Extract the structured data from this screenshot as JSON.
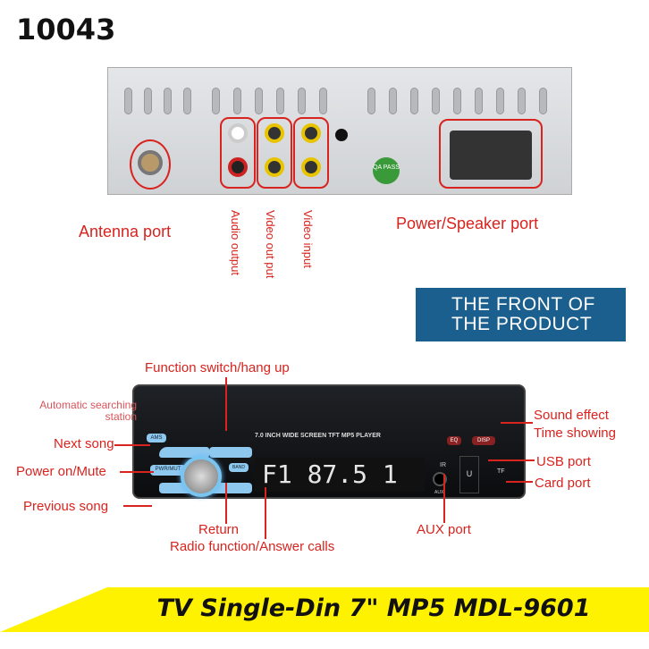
{
  "product_code": "10043",
  "back": {
    "antenna": "Antenna port",
    "audio": "Audio output",
    "video_out": "Video out put",
    "video_in": "Video input",
    "power": "Power/Speaker  port",
    "qa_sticker": "QA PASS"
  },
  "front_heading": [
    "THE FRONT OF",
    "THE PRODUCT"
  ],
  "front": {
    "panel_text": "7.0 INCH WIDE SCREEN TFT  MP5  PLAYER",
    "display": "F1 87.5  1",
    "labels": {
      "function": "Function switch/hang up",
      "auto_search": "Automatic searching station",
      "next": "Next song",
      "power": "Power on/Mute",
      "prev": "Previous song",
      "return": "Return",
      "radio": "Radio function/Answer calls",
      "aux": "AUX port",
      "sound": "Sound effect",
      "time": "Time showing",
      "usb": "USB port",
      "card": "Card port"
    },
    "buttons": {
      "ams": "AMS",
      "pwr": "PWR/MUT",
      "band": "BAND",
      "eq": "EQ",
      "disp": "DISP",
      "usb": "U",
      "tf": "TF",
      "ir": "IR",
      "aux": "AUX"
    }
  },
  "banner": "TV Single-Din 7\" MP5 MDL-9601"
}
